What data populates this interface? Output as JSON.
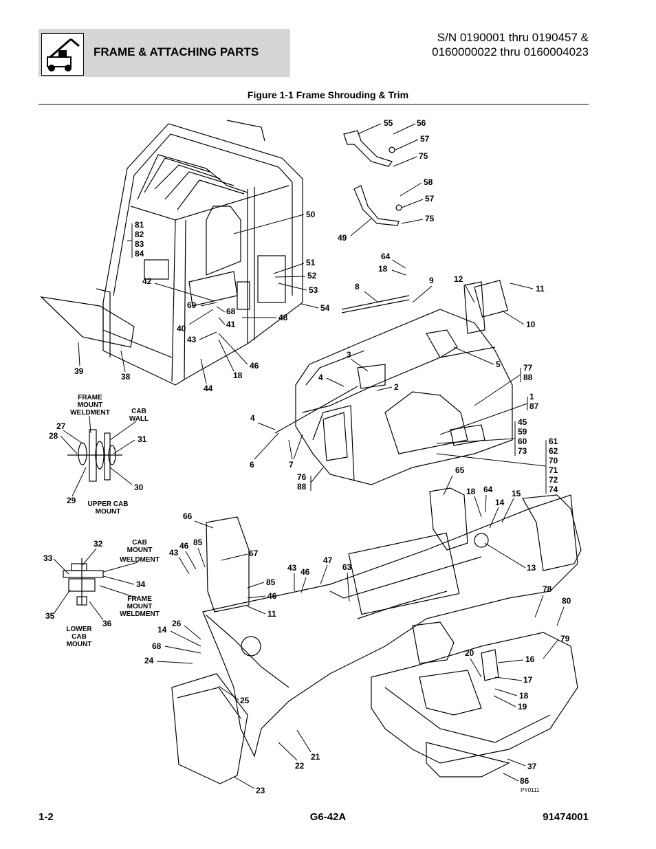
{
  "header": {
    "title": "FRAME & ATTACHING PARTS",
    "serial_line1": "S/N 0190001 thru 0190457 &",
    "serial_line2": "0160000022 thru 0160004023"
  },
  "figure": {
    "title": "Figure 1-1 Frame Shrouding & Trim",
    "code": "PY0111"
  },
  "notes": {
    "frame_mount_weldment_1": [
      "FRAME",
      "MOUNT",
      "WELDMENT"
    ],
    "cab_wall": [
      "CAB",
      "WALL"
    ],
    "upper_cab_mount": [
      "UPPER CAB",
      "MOUNT"
    ],
    "cab_mount_weldment": [
      "CAB",
      "MOUNT",
      "WELDMENT"
    ],
    "frame_mount_weldment_2": [
      "FRAME",
      "MOUNT",
      "WELDMENT"
    ],
    "lower_cab_mount": [
      "LOWER",
      "CAB",
      "MOUNT"
    ]
  },
  "callouts": {
    "c55": "55",
    "c56": "56",
    "c57a": "57",
    "c75a": "75",
    "c58": "58",
    "c57b": "57",
    "c75b": "75",
    "c49": "49",
    "c50": "50",
    "c81": "81",
    "c82": "82",
    "c83": "83",
    "c84": "84",
    "c42": "42",
    "c51": "51",
    "c52": "52",
    "c53": "53",
    "c54": "54",
    "c69": "69",
    "c68a": "68",
    "c41": "41",
    "c48": "48",
    "c40": "40",
    "c43a": "43",
    "c46a": "46",
    "c18a": "18",
    "c39": "39",
    "c38": "38",
    "c44": "44",
    "c64a": "64",
    "c18b": "18",
    "c8": "8",
    "c9": "9",
    "c12": "12",
    "c11a": "11",
    "c10": "10",
    "c5": "5",
    "c3": "3",
    "c4a": "4",
    "c2": "2",
    "c77": "77",
    "c88a": "88",
    "c1": "1",
    "c87": "87",
    "c4b": "4",
    "c45": "45",
    "c59": "59",
    "c60": "60",
    "c73": "73",
    "c61": "61",
    "c62": "62",
    "c70": "70",
    "c71": "71",
    "c72": "72",
    "c74": "74",
    "c6": "6",
    "c7": "7",
    "c76": "76",
    "c88b": "88",
    "c27": "27",
    "c28": "28",
    "c31": "31",
    "c29": "29",
    "c30": "30",
    "c65": "65",
    "c18c": "18",
    "c64b": "64",
    "c14a": "14",
    "c15": "15",
    "c66": "66",
    "c46b": "46",
    "c85a": "85",
    "c43b": "43",
    "c67": "67",
    "c13": "13",
    "c32": "32",
    "c33": "33",
    "c34": "34",
    "c35": "35",
    "c36": "36",
    "c43c": "43",
    "c46c": "46",
    "c47": "47",
    "c63": "63",
    "c85b": "85",
    "c46d": "46",
    "c11b": "11",
    "c78": "78",
    "c80": "80",
    "c26": "26",
    "c14b": "14",
    "c68b": "68",
    "c79": "79",
    "c20": "20",
    "c16": "16",
    "c24": "24",
    "c17": "17",
    "c18d": "18",
    "c19": "19",
    "c25": "25",
    "c22": "22",
    "c21": "21",
    "c37": "37",
    "c86": "86",
    "c23": "23"
  },
  "footer": {
    "page": "1-2",
    "model": "G6-42A",
    "doc_number": "91474001"
  }
}
